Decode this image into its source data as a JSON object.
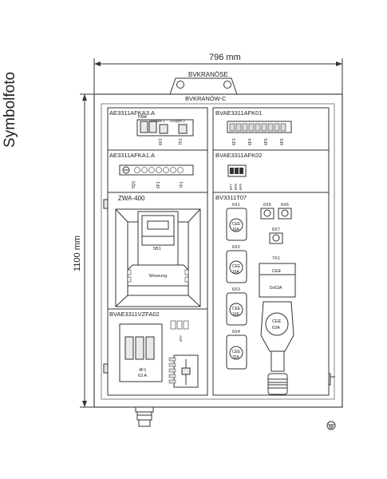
{
  "side_label": "Symbolfoto",
  "dims": {
    "width": "796 mm",
    "height": "1100 mm"
  },
  "top_labels": {
    "lifting_eye": "BVKRANÖSE",
    "crane": "BVKRANÖW-C"
  },
  "modules": {
    "m1": {
      "title": "AE3311AFKA3.A",
      "sub": "TIMA",
      "group1": "Gruppe 1",
      "group2": "Gruppe 2",
      "tags": [
        "6F2",
        "7F2"
      ]
    },
    "m2": {
      "title": "BVAE3311AFK01",
      "tags": [
        "6F3",
        "6F4",
        "6F5",
        "6F6"
      ]
    },
    "m3": {
      "title": "AE3311AFKA1.A",
      "tags": [
        "5Q1",
        "6F1",
        "7F1"
      ]
    },
    "m4": {
      "title": "BVAE3311AFK02",
      "tags": [
        "6F7",
        "6F8",
        "6F9"
      ]
    },
    "m5": {
      "title": "ZWA-400",
      "meter_tag": "5B1",
      "meter_label": "Messung"
    },
    "m6": {
      "title": "BV3311T07",
      "sockets": [
        {
          "tag": "6X1",
          "label": "CEE",
          "rating": "16A"
        },
        {
          "tag": "6X2",
          "label": "CEE",
          "rating": "16A"
        },
        {
          "tag": "6X3",
          "label": "CEE",
          "rating": "16A"
        },
        {
          "tag": "6X4",
          "label": "CEE",
          "rating": "32A"
        }
      ],
      "small_tags": [
        "6X5",
        "6X6",
        "6X7"
      ],
      "big": {
        "tag": "7X1",
        "label": "CEE",
        "sub": "5x63A",
        "plug_label": "CEE",
        "plug_rating": "63A"
      }
    },
    "m7": {
      "title": "BVAE3311VZFA02",
      "rcd_tag": "4F1",
      "rcd_rating": "63 A",
      "tag": "4F2"
    }
  }
}
